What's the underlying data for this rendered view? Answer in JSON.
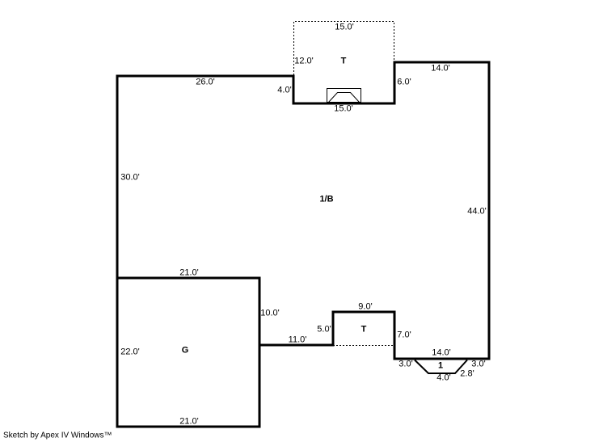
{
  "areas": {
    "main": "1/B",
    "garage": "G",
    "top_t": "T",
    "bottom_t": "T",
    "bay": "1"
  },
  "dimensions": {
    "top_t_width_top": "15.0'",
    "top_t_depth": "12.0'",
    "main_top": "26.0'",
    "step_left": "4.0'",
    "top_t_width_bottom": "15.0'",
    "step_right": "6.0'",
    "top_right": "14.0'",
    "main_left": "30.0'",
    "main_right": "44.0'",
    "garage_top": "21.0'",
    "garage_right_upper": "10.0'",
    "garage_left": "22.0'",
    "garage_bottom": "21.0'",
    "hall_bottom": "11.0'",
    "bottom_t_left": "5.0'",
    "bottom_t_top": "9.0'",
    "bottom_t_right": "7.0'",
    "bottom_right": "14.0'",
    "bay_left": "3.0'",
    "bay_right": "3.0'",
    "bay_diagonal": "2.8'",
    "bay_bottom": "4.0'"
  },
  "footer": {
    "credit": "Sketch by Apex IV Windows™"
  }
}
